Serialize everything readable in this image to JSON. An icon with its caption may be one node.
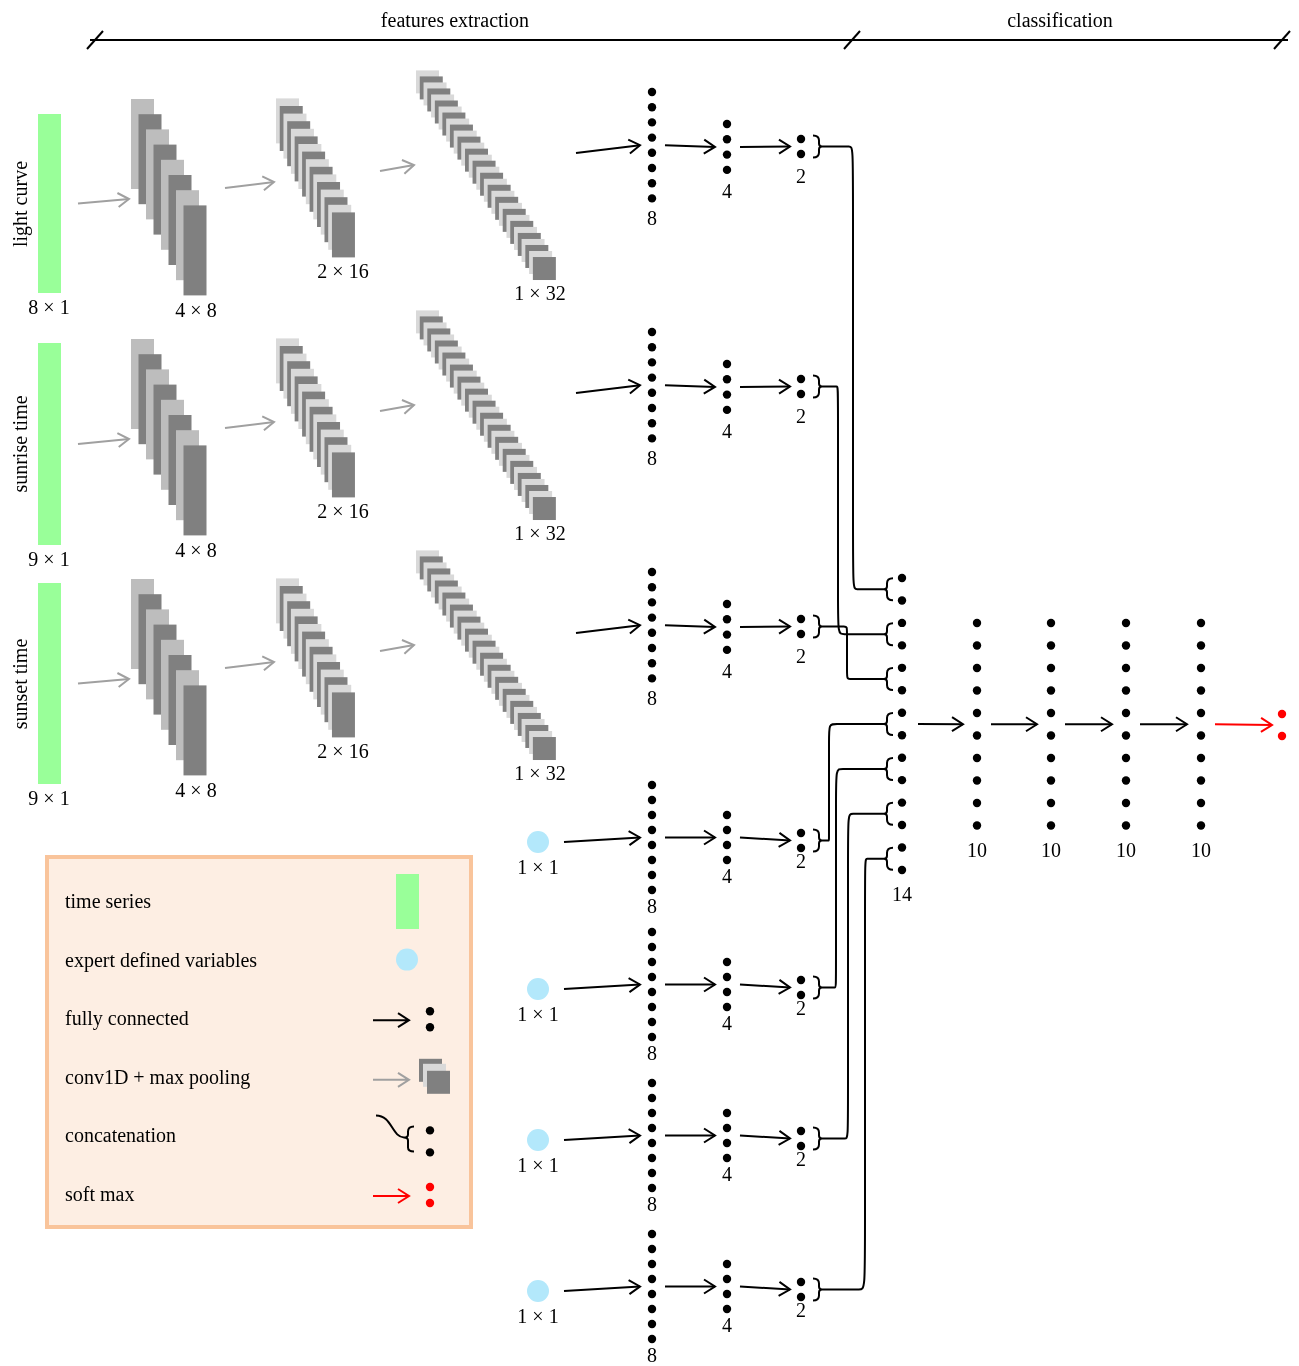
{
  "diagram": {
    "nodes": [
      {
        "text": [
          "light curve",
          "8 × 1"
        ]
      },
      {
        "text": [
          "4 × 8"
        ]
      },
      {
        "text": [
          "2 × 16"
        ]
      },
      {
        "text": [
          "1 × 32"
        ]
      },
      {
        "text": [
          "8"
        ]
      },
      {
        "text": [
          "4"
        ]
      },
      {
        "text": [
          "2"
        ]
      },
      {
        "text": [
          "sunrise time",
          "9 × 1"
        ]
      },
      {
        "text": [
          "4 × 8"
        ]
      },
      {
        "text": [
          "2 × 16"
        ]
      },
      {
        "text": [
          "1 × 32"
        ]
      },
      {
        "text": [
          "8"
        ]
      },
      {
        "text": [
          "4"
        ]
      },
      {
        "text": [
          "2"
        ]
      },
      {
        "text": [
          "sunset time",
          "9 × 1"
        ]
      },
      {
        "text": [
          "4 × 8"
        ]
      },
      {
        "text": [
          "2 × 16"
        ]
      },
      {
        "text": [
          "1 × 32"
        ]
      },
      {
        "text": [
          "8"
        ]
      },
      {
        "text": [
          "4"
        ]
      },
      {
        "text": [
          "2"
        ]
      },
      {
        "text": [
          "1 × 1"
        ]
      },
      {
        "text": [
          "8"
        ]
      },
      {
        "text": [
          "4"
        ]
      },
      {
        "text": [
          "2"
        ]
      },
      {
        "text": [
          "1 × 1"
        ]
      },
      {
        "text": [
          "8"
        ]
      },
      {
        "text": [
          "4"
        ]
      },
      {
        "text": [
          "2"
        ]
      },
      {
        "text": [
          "1 × 1"
        ]
      },
      {
        "text": [
          "8"
        ]
      },
      {
        "text": [
          "4"
        ]
      },
      {
        "text": [
          "2"
        ]
      },
      {
        "text": [
          "1 × 1"
        ]
      },
      {
        "text": [
          "8"
        ]
      },
      {
        "text": [
          "4"
        ]
      },
      {
        "text": [
          "2"
        ]
      },
      {
        "text": [
          "14"
        ]
      },
      {
        "text": [
          "10"
        ]
      },
      {
        "text": [
          "10"
        ]
      },
      {
        "text": [
          "10"
        ]
      },
      {
        "text": [
          "10"
        ]
      },
      {
        "text": [],
        "shape": "dots"
      }
    ],
    "edges": [
      {
        "from": 0,
        "to": 1,
        "arrow": "to",
        "color": "#a0a0a0"
      },
      {
        "from": 1,
        "to": 2,
        "arrow": "to",
        "color": "#a0a0a0"
      },
      {
        "from": 2,
        "to": 3,
        "arrow": "to",
        "color": "#a0a0a0"
      },
      {
        "from": 3,
        "to": 4,
        "arrow": "to"
      },
      {
        "from": 4,
        "to": 5,
        "arrow": "to"
      },
      {
        "from": 5,
        "to": 6,
        "arrow": "to"
      },
      {
        "from": 6,
        "to": 37,
        "arrow": "other"
      },
      {
        "from": 7,
        "to": 8,
        "arrow": "to",
        "color": "#a0a0a0"
      },
      {
        "from": 8,
        "to": 9,
        "arrow": "to",
        "color": "#a0a0a0"
      },
      {
        "from": 9,
        "to": 10,
        "arrow": "to",
        "color": "#a0a0a0"
      },
      {
        "from": 10,
        "to": 11,
        "arrow": "to"
      },
      {
        "from": 11,
        "to": 12,
        "arrow": "to"
      },
      {
        "from": 12,
        "to": 13,
        "arrow": "to"
      },
      {
        "from": 13,
        "to": 37,
        "arrow": "other"
      },
      {
        "from": 14,
        "to": 15,
        "arrow": "to",
        "color": "#a0a0a0"
      },
      {
        "from": 15,
        "to": 16,
        "arrow": "to",
        "color": "#a0a0a0"
      },
      {
        "from": 16,
        "to": 17,
        "arrow": "to",
        "color": "#a0a0a0"
      },
      {
        "from": 17,
        "to": 18,
        "arrow": "to"
      },
      {
        "from": 18,
        "to": 19,
        "arrow": "to"
      },
      {
        "from": 19,
        "to": 20,
        "arrow": "to"
      },
      {
        "from": 20,
        "to": 37,
        "arrow": "other"
      },
      {
        "from": 21,
        "to": 22,
        "arrow": "to"
      },
      {
        "from": 22,
        "to": 23,
        "arrow": "to"
      },
      {
        "from": 23,
        "to": 24,
        "arrow": "to"
      },
      {
        "from": 24,
        "to": 37,
        "arrow": "other"
      },
      {
        "from": 25,
        "to": 26,
        "arrow": "to"
      },
      {
        "from": 26,
        "to": 27,
        "arrow": "to"
      },
      {
        "from": 27,
        "to": 28,
        "arrow": "to"
      },
      {
        "from": 28,
        "to": 37,
        "arrow": "other"
      },
      {
        "from": 29,
        "to": 30,
        "arrow": "to"
      },
      {
        "from": 30,
        "to": 31,
        "arrow": "to"
      },
      {
        "from": 31,
        "to": 32,
        "arrow": "to"
      },
      {
        "from": 32,
        "to": 37,
        "arrow": "other"
      },
      {
        "from": 33,
        "to": 34,
        "arrow": "to"
      },
      {
        "from": 34,
        "to": 35,
        "arrow": "to"
      },
      {
        "from": 35,
        "to": 36,
        "arrow": "to"
      },
      {
        "from": 36,
        "to": 37,
        "arrow": "other"
      },
      {
        "from": 37,
        "to": 38,
        "arrow": "to"
      },
      {
        "from": 38,
        "to": 39,
        "arrow": "to"
      },
      {
        "from": 39,
        "to": 40,
        "arrow": "to"
      },
      {
        "from": 40,
        "to": 41,
        "arrow": "to"
      },
      {
        "from": 41,
        "to": 42,
        "arrow": "to",
        "color": "#ff0000"
      }
    ],
    "labels": [
      "features extraction",
      "classification"
    ],
    "legend": [
      {
        "text": "time series",
        "color": "#99ff99"
      },
      {
        "text": "expert defined variables",
        "color": "#b3e8fb"
      },
      {
        "text": "fully connected"
      },
      {
        "text": "conv1D + max pooling"
      },
      {
        "text": "concatenation"
      },
      {
        "text": "soft max"
      }
    ]
  }
}
